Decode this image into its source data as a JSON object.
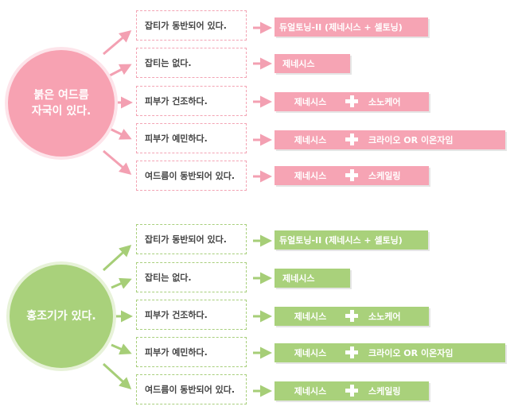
{
  "sections": [
    {
      "id": "pink",
      "circle_label_line1": "붉은 여드름",
      "circle_label_line2": "자국이 있다.",
      "color": "#f6a4b4",
      "rows": [
        {
          "condition": "잡티가 동반되어 있다.",
          "result_full": "듀얼토닝-II (제네시스 + 셀토닝)"
        },
        {
          "condition": "잡티는 없다.",
          "result_left": "제네시스"
        },
        {
          "condition": "피부가 건조하다.",
          "result_left": "제네시스",
          "result_right": "소노케어"
        },
        {
          "condition": "피부가 예민하다.",
          "result_left": "제네시스",
          "result_right": "크라이오 OR 이온자임"
        },
        {
          "condition": "여드름이 동반되어 있다.",
          "result_left": "제네시스",
          "result_right": "스케일링"
        }
      ]
    },
    {
      "id": "green",
      "circle_label_line1": "홍조기가 있다.",
      "circle_label_line2": "",
      "color": "#a9d17b",
      "rows": [
        {
          "condition": "잡티가 동반되어 있다.",
          "result_full": "듀얼토닝-II (제네시스 + 셀토닝)"
        },
        {
          "condition": "잡티는 없다.",
          "result_left": "제네시스"
        },
        {
          "condition": "피부가 건조하다.",
          "result_left": "제네시스",
          "result_right": "소노케어"
        },
        {
          "condition": "피부가 예민하다.",
          "result_left": "제네시스",
          "result_right": "크라이오 OR 이온자임"
        },
        {
          "condition": "여드름이 동반되어 있다.",
          "result_left": "제네시스",
          "result_right": "스케일링"
        }
      ]
    }
  ]
}
